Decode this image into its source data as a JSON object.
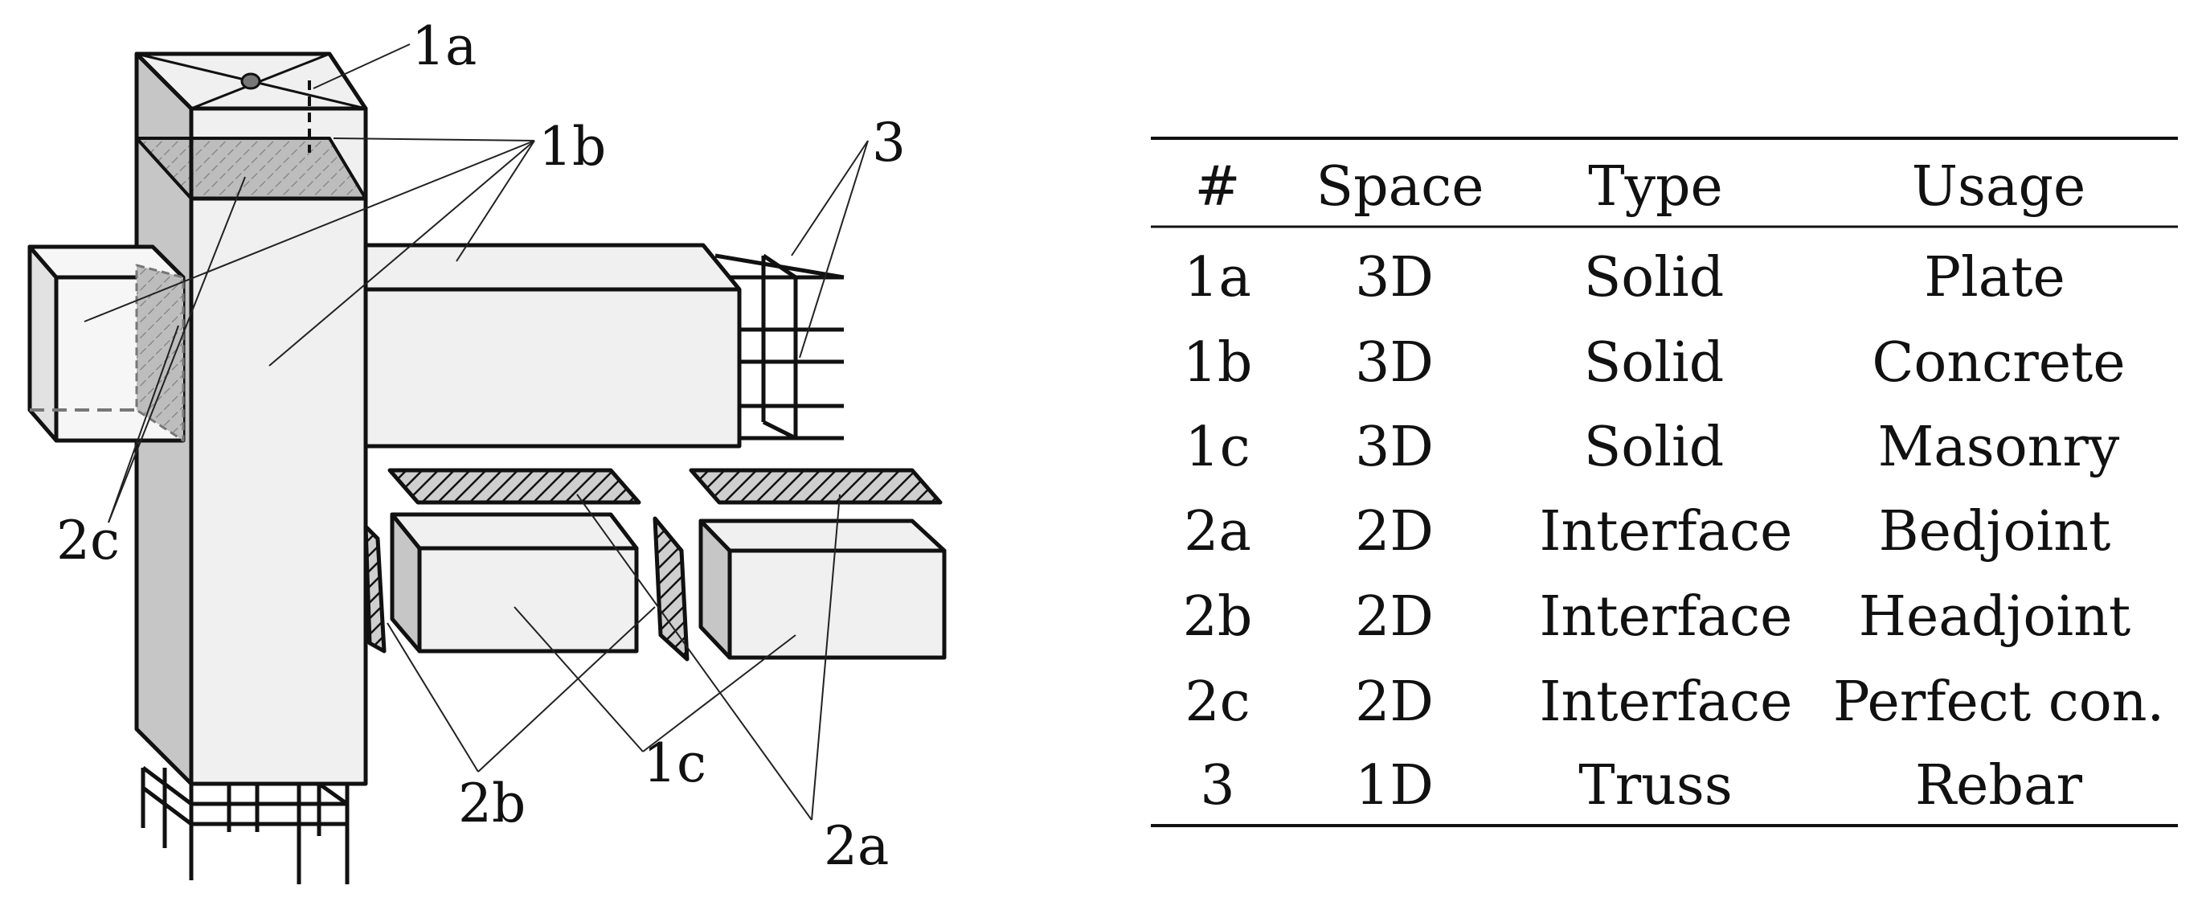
{
  "diagram": {
    "labels": {
      "l1a": "1a",
      "l1b": "1b",
      "l3": "3",
      "l2c": "2c",
      "l2b": "2b",
      "l1c": "1c",
      "l2a": "2a"
    }
  },
  "table": {
    "headers": [
      "#",
      "Space",
      "Type",
      "Usage"
    ],
    "rows": [
      [
        "1a",
        "3D",
        "Solid",
        "Plate"
      ],
      [
        "1b",
        "3D",
        "Solid",
        "Concrete"
      ],
      [
        "1c",
        "3D",
        "Solid",
        "Masonry"
      ],
      [
        "2a",
        "2D",
        "Interface",
        "Bedjoint"
      ],
      [
        "2b",
        "2D",
        "Interface",
        "Headjoint"
      ],
      [
        "2c",
        "2D",
        "Interface",
        "Perfect con."
      ],
      [
        "3",
        "1D",
        "Truss",
        "Rebar"
      ]
    ]
  }
}
